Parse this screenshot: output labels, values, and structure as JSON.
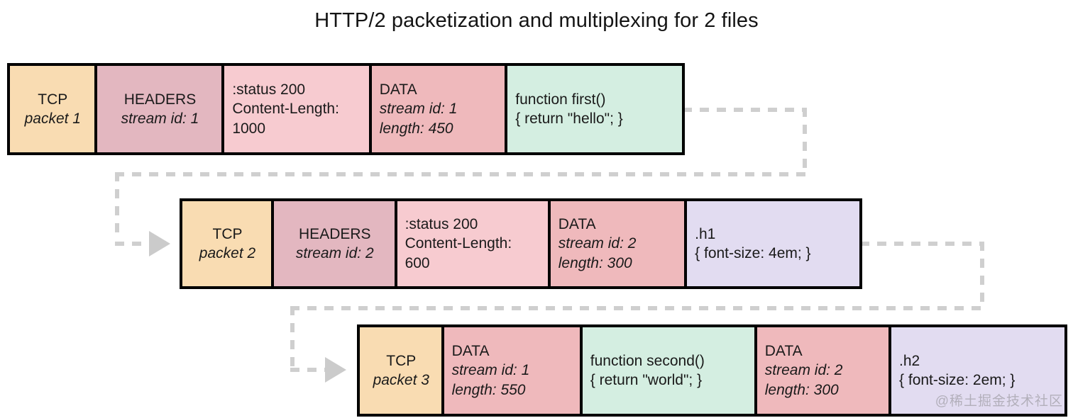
{
  "title": "HTTP/2 packetization and multiplexing for 2 files",
  "watermark": "@稀土掘金技术社区",
  "colors": {
    "tcp": "#F9DCB2",
    "headers": "#E3B7C0",
    "header_detail": "#F7CBD0",
    "data": "#EFB9BC",
    "body": "#D4EEE1",
    "css": "#E2DCF1",
    "frame_border": "#000000",
    "connector": "#CFCFCF",
    "background": "#FFFFFF"
  },
  "packets": [
    {
      "name": "tcp-packet-1",
      "cells": [
        {
          "name": "tcp-cell",
          "kind": "tcp",
          "align": "center",
          "lines": [
            "TCP",
            "packet 1"
          ],
          "italic": [
            false,
            true
          ]
        },
        {
          "name": "headers-frame-cell",
          "kind": "headers",
          "align": "center",
          "lines": [
            "HEADERS",
            "stream id: 1"
          ],
          "italic": [
            false,
            true
          ]
        },
        {
          "name": "headers-detail-cell",
          "kind": "header_detail",
          "align": "left",
          "lines": [
            ":status 200",
            "Content-Length:",
            "1000"
          ],
          "italic": [
            false,
            false,
            false
          ]
        },
        {
          "name": "data-frame-cell",
          "kind": "data",
          "align": "left",
          "lines": [
            "DATA",
            "stream id: 1",
            "length: 450"
          ],
          "italic": [
            false,
            true,
            true
          ]
        },
        {
          "name": "payload-cell",
          "kind": "body",
          "align": "left",
          "lines": [
            "function first()",
            "{ return \"hello\"; }"
          ],
          "italic": [
            false,
            false
          ]
        }
      ]
    },
    {
      "name": "tcp-packet-2",
      "cells": [
        {
          "name": "tcp-cell",
          "kind": "tcp",
          "align": "center",
          "lines": [
            "TCP",
            "packet 2"
          ],
          "italic": [
            false,
            true
          ]
        },
        {
          "name": "headers-frame-cell",
          "kind": "headers",
          "align": "center",
          "lines": [
            "HEADERS",
            "stream id: 2"
          ],
          "italic": [
            false,
            true
          ]
        },
        {
          "name": "headers-detail-cell",
          "kind": "header_detail",
          "align": "left",
          "lines": [
            ":status 200",
            "Content-Length:",
            "600"
          ],
          "italic": [
            false,
            false,
            false
          ]
        },
        {
          "name": "data-frame-cell",
          "kind": "data",
          "align": "left",
          "lines": [
            "DATA",
            "stream id: 2",
            "length: 300"
          ],
          "italic": [
            false,
            true,
            true
          ]
        },
        {
          "name": "payload-cell",
          "kind": "css",
          "align": "left",
          "lines": [
            ".h1",
            "{ font-size: 4em; }"
          ],
          "italic": [
            false,
            false
          ]
        }
      ]
    },
    {
      "name": "tcp-packet-3",
      "cells": [
        {
          "name": "tcp-cell",
          "kind": "tcp",
          "align": "center",
          "lines": [
            "TCP",
            "packet 3"
          ],
          "italic": [
            false,
            true
          ]
        },
        {
          "name": "data-frame-cell-1",
          "kind": "data",
          "align": "left",
          "lines": [
            "DATA",
            "stream id: 1",
            "length: 550"
          ],
          "italic": [
            false,
            true,
            true
          ]
        },
        {
          "name": "payload-cell-1",
          "kind": "body",
          "align": "left",
          "lines": [
            "function second()",
            "{ return \"world\"; }"
          ],
          "italic": [
            false,
            false
          ]
        },
        {
          "name": "data-frame-cell-2",
          "kind": "data",
          "align": "left",
          "lines": [
            "DATA",
            "stream id: 2",
            "length: 300"
          ],
          "italic": [
            false,
            true,
            true
          ]
        },
        {
          "name": "payload-cell-2",
          "kind": "css",
          "align": "left",
          "lines": [
            ".h2",
            "{ font-size: 2em; }"
          ],
          "italic": [
            false,
            false
          ]
        }
      ]
    }
  ],
  "connectors": [
    {
      "name": "connector-packet1-to-packet2",
      "from": "tcp-packet-1",
      "to": "tcp-packet-2"
    },
    {
      "name": "connector-packet2-to-packet3",
      "from": "tcp-packet-2",
      "to": "tcp-packet-3"
    }
  ]
}
